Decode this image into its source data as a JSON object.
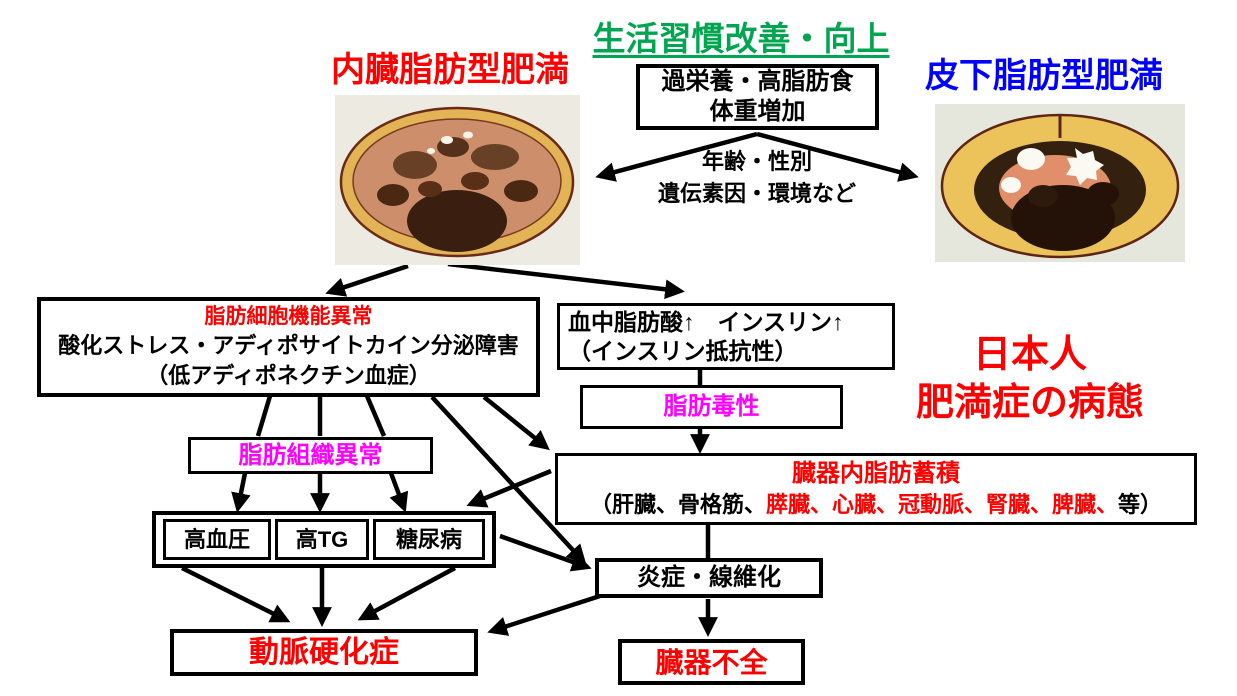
{
  "colors": {
    "accent_green": "#00A550",
    "accent_red": "#FF0000",
    "accent_blue": "#0000FF",
    "accent_magenta": "#FF00FF",
    "line_black": "#000000"
  },
  "header": {
    "title": "生活習慣改善・向上",
    "visceral_label": "内臓脂肪型肥満",
    "subcutaneous_label": "皮下脂肪型肥満"
  },
  "side_note": {
    "line1": "日本人",
    "line2": "肥満症の病態"
  },
  "images": {
    "visceral_ct": "visceral-fat-ct-cross-section",
    "subcutaneous_ct": "subcutaneous-fat-ct-cross-section"
  },
  "nodes": {
    "overnutrition": {
      "line1": "過栄養・高脂肪食",
      "line2": "体重増加"
    },
    "age_factors": {
      "line1": "年齢・性別",
      "line2": "遺伝素因・環境など"
    },
    "adipocyte_dysfunction": {
      "line1": "脂肪細胞機能異常",
      "line2": "酸化ストレス・アディポサイトカイン分泌障害",
      "line3": "（低アディポネクチン血症）"
    },
    "blood_fatty_acid": {
      "line1": "血中脂肪酸↑　インスリン↑",
      "line2": "（インスリン抵抗性）"
    },
    "lipotoxicity": {
      "label": "脂肪毒性"
    },
    "adipose_tissue_abnormality": {
      "label": "脂肪組織異常"
    },
    "organ_fat_accumulation": {
      "line1": "臓器内脂肪蓄積",
      "line2_pre": "（肝臓、骨格筋、",
      "line2_red": "膵臓、心臓、冠動脈、腎臓、脾臓、",
      "line2_post": "等）"
    },
    "hypertension": {
      "label": "高血圧"
    },
    "high_tg": {
      "label": "高TG"
    },
    "diabetes": {
      "label": "糖尿病"
    },
    "inflammation_fibrosis": {
      "label": "炎症・線維化"
    },
    "arteriosclerosis": {
      "label": "動脈硬化症"
    },
    "organ_failure": {
      "label": "臓器不全"
    }
  }
}
